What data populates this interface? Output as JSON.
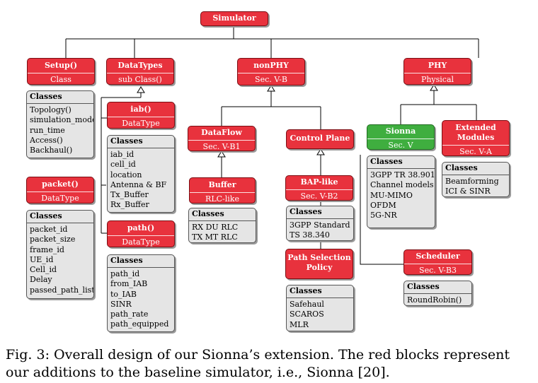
{
  "diagram": {
    "simulator": {
      "title": "Simulator"
    },
    "setup": {
      "title": "Setup()",
      "sub": "Class",
      "classes_header": "Classes",
      "items": [
        "Topology()",
        "simulation_mode",
        "run_time",
        "Access()",
        "Backhaul()"
      ]
    },
    "datatypes": {
      "title": "DataTypes",
      "sub": "sub Class()"
    },
    "iab": {
      "title": "iab()",
      "sub": "DataType",
      "classes_header": "Classes",
      "items": [
        "iab_id",
        "cell_id",
        "location",
        "Antenna & BF",
        "Tx_Buffer",
        "Rx_Buffer"
      ]
    },
    "packet": {
      "title": "packet()",
      "sub": "DataType",
      "classes_header": "Classes",
      "items": [
        "packet_id",
        "packet_size",
        "frame_id",
        "UE_id",
        "Cell_id",
        "Delay",
        "passed_path_list"
      ]
    },
    "path": {
      "title": "path()",
      "sub": "DataType",
      "classes_header": "Classes",
      "items": [
        "path_id",
        "from_IAB",
        "to_IAB",
        "SINR",
        "path_rate",
        "path_equipped"
      ]
    },
    "nonphy": {
      "title": "nonPHY",
      "sub": "Sec. V-B"
    },
    "dataflow": {
      "title": "DataFlow",
      "sub": "Sec. V-B1"
    },
    "buffer": {
      "title": "Buffer",
      "sub": "RLC-like",
      "classes_header": "Classes",
      "items": [
        "RX DU RLC",
        "TX MT RLC"
      ]
    },
    "controlplane": {
      "title": "Control Plane"
    },
    "baplike": {
      "title": "BAP-like",
      "sub": "Sec. V-B2",
      "classes_header": "Classes",
      "items": [
        "3GPP Standard",
        "TS 38.340"
      ]
    },
    "pathselection": {
      "title": "Path Selection Policy",
      "classes_header": "Classes",
      "items": [
        "Safehaul",
        "SCAROS",
        "MLR"
      ]
    },
    "scheduler": {
      "title": "Scheduler",
      "sub": "Sec. V-B3",
      "classes_header": "Classes",
      "items": [
        "RoundRobin()"
      ]
    },
    "phy": {
      "title": "PHY",
      "sub": "Physical"
    },
    "sionna": {
      "title": "Sionna",
      "sub": "Sec. V",
      "classes_header": "Classes",
      "items": [
        "3GPP TR 38.901",
        "Channel models",
        "MU-MIMO",
        "OFDM",
        "5G-NR"
      ]
    },
    "extended": {
      "title": "Extended Modules",
      "sub": "Sec. V-A",
      "classes_header": "Classes",
      "items": [
        "Beamforming",
        "ICI & SINR"
      ]
    }
  },
  "caption": "Fig. 3: Overall design of our Sionna’s extension. The red blocks represent our additions to the baseline simulator, i.e., Sionna [20].",
  "colors": {
    "added_block": "#e8323d",
    "baseline_block": "#3fae3f",
    "class_box": "#e5e5e5"
  }
}
